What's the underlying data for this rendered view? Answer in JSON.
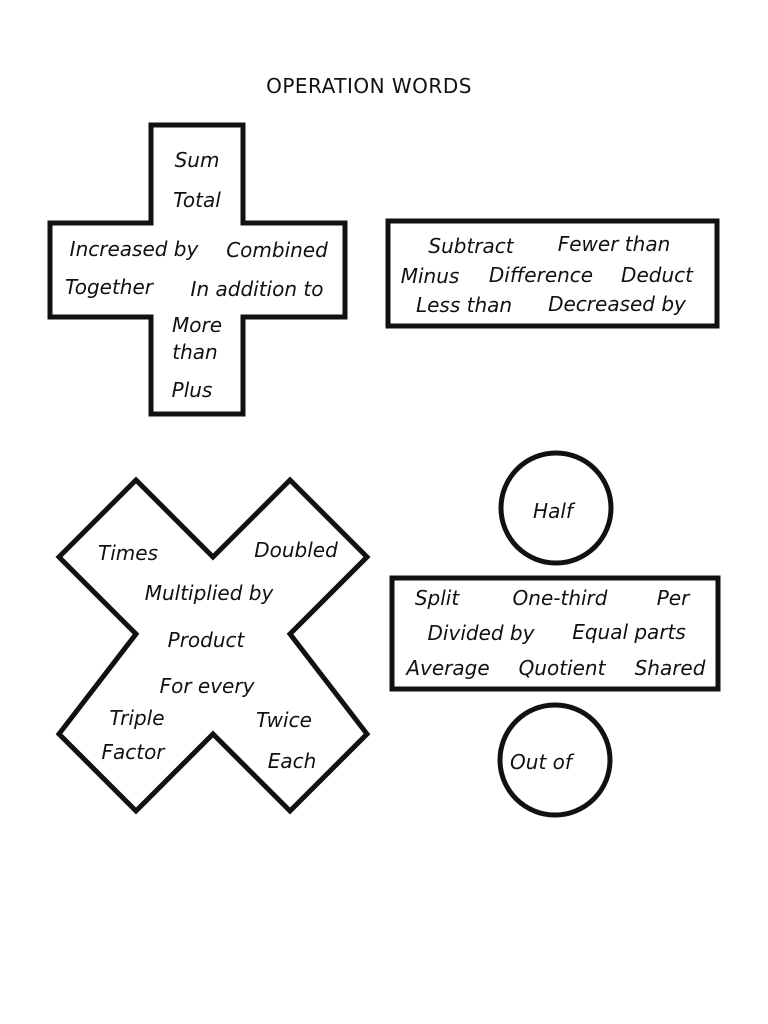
{
  "title": "OPERATION WORDS",
  "addition": {
    "words": [
      "Sum",
      "Total",
      "Increased by",
      "Combined",
      "Together",
      "In addition to",
      "More",
      "than",
      "Plus"
    ]
  },
  "subtraction": {
    "words": [
      "Subtract",
      "Fewer than",
      "Minus",
      "Difference",
      "Deduct",
      "Less than",
      "Decreased by"
    ]
  },
  "multiplication": {
    "words": [
      "Times",
      "Doubled",
      "Multiplied by",
      "Product",
      "For every",
      "Triple",
      "Twice",
      "Factor",
      "Each"
    ]
  },
  "division": {
    "top_circle": "Half",
    "words": [
      "Split",
      "One-third",
      "Per",
      "Divided by",
      "Equal parts",
      "Average",
      "Quotient",
      "Shared"
    ],
    "bottom_circle": "Out of"
  }
}
